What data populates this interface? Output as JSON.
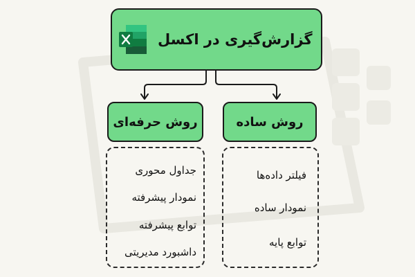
{
  "title": "گزارش‌گیری در اکسل",
  "methods": [
    {
      "label": "روش ساده",
      "items": [
        "فیلتر داده‌ها",
        "نمودار ساده",
        "توابع پایه"
      ]
    },
    {
      "label": "روش حرفه‌ای",
      "items": [
        "جداول محوری",
        "نمودار پیشرفته",
        "توابع پیشرفته",
        "داشبورد مدیریتی"
      ]
    }
  ],
  "icons": {
    "title_icon": "excel-icon",
    "arrow": "arrow-down-icon"
  },
  "colors": {
    "background": "#f7f6f1",
    "box_fill": "#72d98a",
    "border": "#1a1a1a",
    "excel_dark": "#1d6f42",
    "excel_mid": "#21a366",
    "excel_light": "#33c481"
  }
}
